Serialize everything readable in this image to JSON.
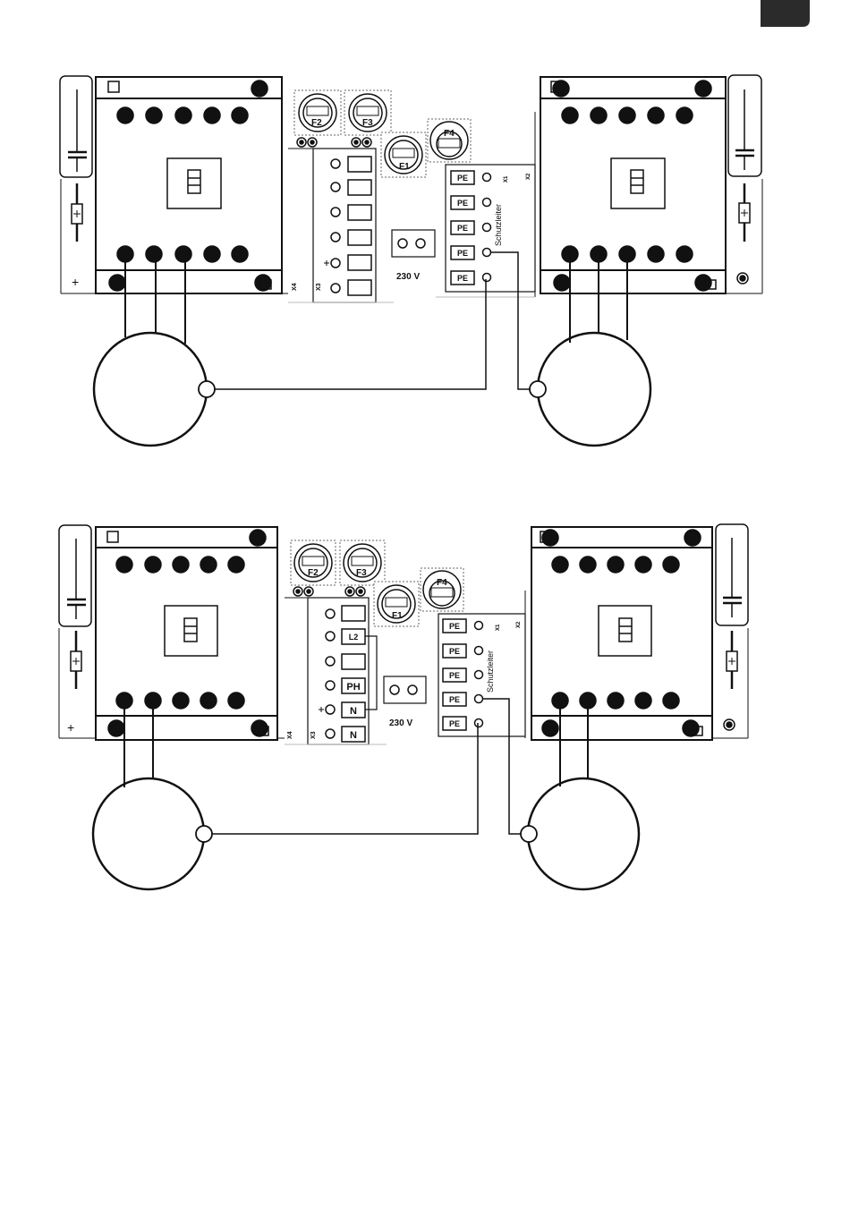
{
  "page": {
    "corner_tab_color": "#2b2b2b"
  },
  "colors": {
    "line": "#111111",
    "fill_dark": "#111111",
    "paper": "#ffffff",
    "tint": "#e0e0e0"
  },
  "diagrams": [
    {
      "id": "top",
      "fuses": {
        "f1": "F1",
        "f2": "F2",
        "f3": "F3",
        "f4": "F4"
      },
      "x3_terminals": [
        "",
        "",
        "",
        "",
        "",
        ""
      ],
      "connector_labels": {
        "x4": "X4",
        "x3": "X3",
        "x1": "X1",
        "x2": "X2"
      },
      "voltage": "230 V",
      "pe_labels": [
        "PE",
        "PE",
        "PE",
        "PE",
        "PE"
      ],
      "schutzleiter": "Schutzleiter",
      "plus": "+",
      "motor_left_phases": 3,
      "motor_right_phases": 3
    },
    {
      "id": "bottom",
      "fuses": {
        "f1": "F1",
        "f2": "F2",
        "f3": "F3",
        "f4": "F4"
      },
      "x3_terminals": [
        "",
        "L2",
        "",
        "PH",
        "N",
        "N"
      ],
      "connector_labels": {
        "x4": "X4",
        "x3": "X3",
        "x1": "X1",
        "x2": "X2"
      },
      "voltage": "230 V",
      "pe_labels": [
        "PE",
        "PE",
        "PE",
        "PE",
        "PE"
      ],
      "schutzleiter": "Schutzleiter",
      "plus": "+",
      "motor_left_phases": 2,
      "motor_right_phases": 2
    }
  ]
}
